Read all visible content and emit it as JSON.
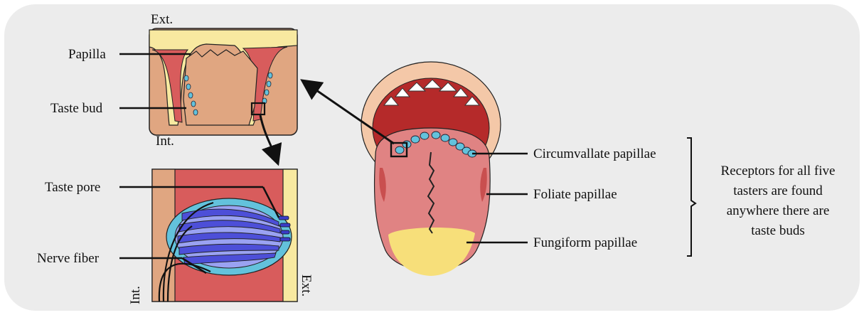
{
  "labels": {
    "ext_top": "Ext.",
    "papilla": "Papilla",
    "taste_bud": "Taste bud",
    "int_top": "Int.",
    "taste_pore": "Taste pore",
    "nerve_fiber": "Nerve fiber",
    "int_bottom": "Int.",
    "ext_bottom": "Ext.",
    "circumvallate": "Circumvallate papillae",
    "foliate": "Foliate papillae",
    "fungiform": "Fungiform papillae"
  },
  "note_lines": [
    "Receptors for all five",
    "tasters are found",
    "anywhere there are",
    "taste buds"
  ],
  "colors": {
    "panel_bg": "#ececec",
    "skin": "#e0a681",
    "epithelium": "#d85c5c",
    "surface": "#f8e9a0",
    "tongue": "#e08383",
    "tongue_tip": "#f7df7a",
    "lips": "#f4c8a8",
    "mouth": "#b52a2a",
    "bud_cell": "#63c2dc",
    "cell_light": "#9aa2f2",
    "cell_dark": "#4d4fd8",
    "line": "#111111"
  }
}
